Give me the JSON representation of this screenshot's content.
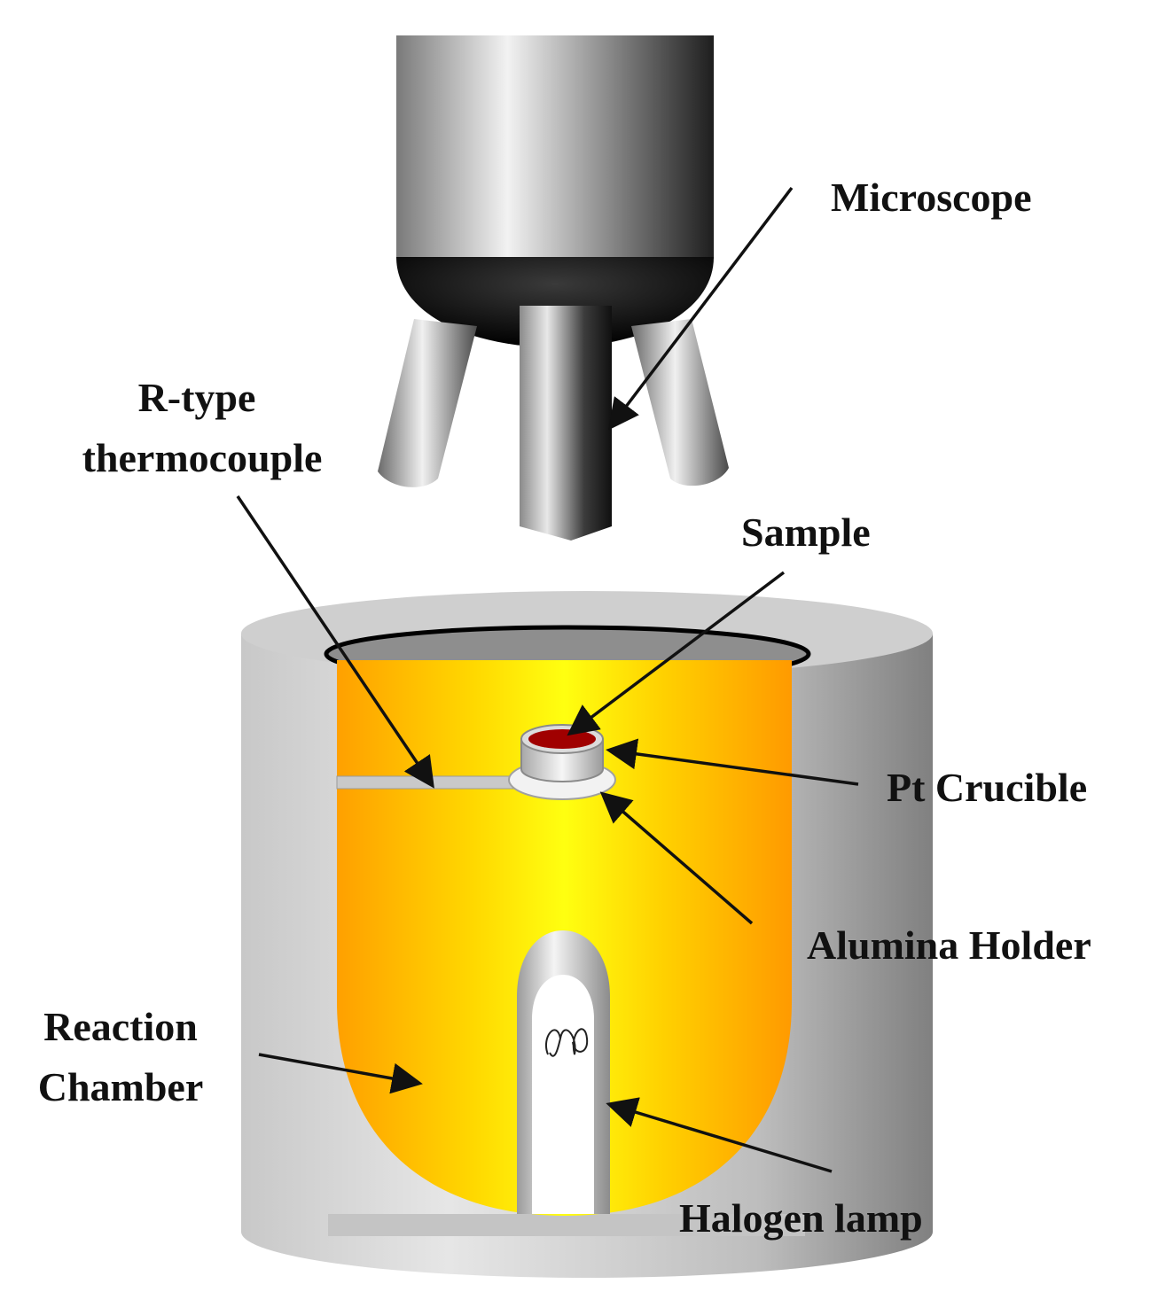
{
  "labels": {
    "microscope": "Microscope",
    "thermocouple_line1": "R-type",
    "thermocouple_line2": "thermocouple",
    "sample": "Sample",
    "crucible": "Pt Crucible",
    "holder": "Alumina Holder",
    "chamber_line1": "Reaction",
    "chamber_line2": "Chamber",
    "lamp": "Halogen lamp"
  },
  "colors": {
    "chamber_hot": "#ffff00",
    "chamber_edge": "#ffa000",
    "sample": "#a00000",
    "body_gray": "#b8b8b8",
    "arrow": "#111111"
  }
}
